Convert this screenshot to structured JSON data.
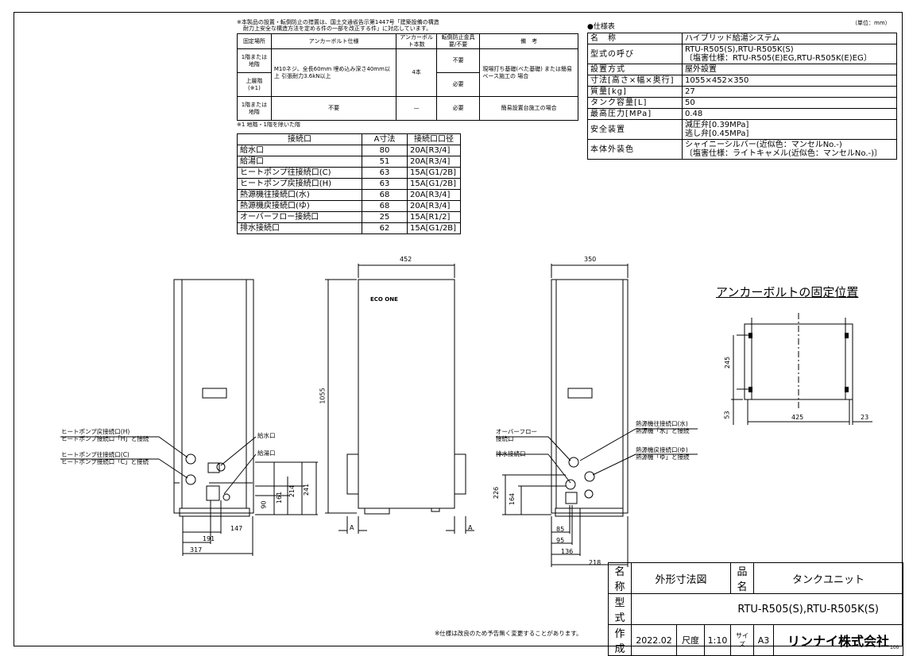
{
  "anchor_note": {
    "line1": "※本製品の設置・転倒防止の措置は、国土交通省告示第1447号「建築設備の構造",
    "line2": "耐力上安全な構造方法を定める件の一部を改正する件」に対応しています。"
  },
  "anchor_table": {
    "headers": [
      "固定場所",
      "アンカーボルト仕様",
      "アンカーボルト本数",
      "転倒防止金具 要/不要",
      "備　考"
    ],
    "row1_place": "1階または地階",
    "row2_place": "上層階(※1)",
    "row12_spec": "M10ネジ、全長60mm 埋め込み深さ40mm以上 引張耐力3.6kN以上",
    "row12_count": "4本",
    "row1_bracket": "不要",
    "row2_bracket": "必要",
    "row12_note": "現場打ち基礎(べた基礎) または簡易ベース施工の 場合",
    "row3_place": "1階または地階",
    "row3_spec": "不要",
    "row3_count": "—",
    "row3_bracket": "必要",
    "row3_note": "簡易設置台施工の場合",
    "footnote": "※1 地階・1階を除いた階"
  },
  "conn_table": {
    "headers": [
      "接続口",
      "A寸法",
      "接続口口径"
    ],
    "rows": [
      {
        "name": "給水口",
        "a": "80",
        "dia": "20A[R3/4]"
      },
      {
        "name": "給湯口",
        "a": "51",
        "dia": "20A[R3/4]"
      },
      {
        "name": "ヒートポンプ往接続口(C)",
        "a": "63",
        "dia": "15A[G1/2B]"
      },
      {
        "name": "ヒートポンプ戻接続口(H)",
        "a": "63",
        "dia": "15A[G1/2B]"
      },
      {
        "name": "熱源機往接続口(水)",
        "a": "68",
        "dia": "20A[R3/4]"
      },
      {
        "name": "熱源機戻接続口(ゆ)",
        "a": "68",
        "dia": "20A[R3/4]"
      },
      {
        "name": "オーバーフロー接続口",
        "a": "25",
        "dia": "15A[R1/2]"
      },
      {
        "name": "排水接続口",
        "a": "62",
        "dia": "15A[G1/2B]"
      }
    ]
  },
  "spec": {
    "heading": "●仕様表",
    "unit": "（単位：mm）",
    "rows": [
      {
        "label": "名　称",
        "value": "ハイブリッド給湯システム"
      },
      {
        "label": "型式の呼び",
        "value": "RTU-R505(S),RTU-R505K(S)",
        "value2": "〔塩害仕様：RTU-R505(E)EG,RTU-R505K(E)EG〕"
      },
      {
        "label": "設置方式",
        "value": "屋外設置"
      },
      {
        "label": "寸法[高さ×幅×奥行]",
        "value": "1055×452×350"
      },
      {
        "label": "質量[kg]",
        "value": "27"
      },
      {
        "label": "タンク容量[L]",
        "value": "50"
      },
      {
        "label": "最高圧力[MPa]",
        "value": "0.48"
      },
      {
        "label": "安全装置",
        "value": "減圧弁[0.39MPa]",
        "value2": "逃し弁[0.45MPa]"
      },
      {
        "label": "本体外装色",
        "value": "シャイニーシルバー(近似色：マンセルNo.-)",
        "value2": "〔塩害仕様：ライトキャメル(近似色：マンセルNo.-)〕"
      }
    ]
  },
  "drawing": {
    "anchor_title": "アンカーボルトの固定位置",
    "brand": "ECO ONE",
    "dims": {
      "width": "452",
      "depth": "350",
      "height": "1055",
      "d147": "147",
      "d191": "191",
      "d317": "317",
      "d90": "90",
      "d161": "161",
      "d214": "214",
      "d241": "241",
      "d226": "226",
      "d164": "164",
      "d85": "85",
      "d95": "95",
      "d136": "136",
      "d218": "218",
      "a": "A",
      "p245": "245",
      "p53": "53",
      "p425": "425",
      "p23": "23"
    },
    "callouts": {
      "hp_return": "ヒートポンプ戻接続口(H)",
      "hp_return2": "ヒートポンプ接続口「H」と接続",
      "hp_supply": "ヒートポンプ往接続口(C)",
      "hp_supply2": "ヒートポンプ接続口「C」と接続",
      "water_in": "給水口",
      "hot_out": "給湯口",
      "overflow": "オーバーフロー",
      "overflow2": "接続口",
      "drain": "排水接続口",
      "src_out": "熱源機往接続口(水)",
      "src_out2": "熱源機「水」と接続",
      "src_ret": "熱源機戻接続口(ゆ)",
      "src_ret2": "熱源機「ゆ」と接続"
    }
  },
  "bottom_note": "※仕様は改良のため予告無く変更することがあります。",
  "title_block": {
    "name_label": "名称",
    "name": "外形寸法図",
    "item_label": "品名",
    "item": "タンクユニット",
    "model_label": "型式",
    "model": "RTU-R505(S),RTU-R505K(S)",
    "made_label": "作成",
    "date": "2022.02",
    "scale_label": "尺度",
    "scale": "1:10",
    "size_label": "サイズ",
    "size": "A3",
    "company": "リンナイ株式会社",
    "code": "100"
  }
}
